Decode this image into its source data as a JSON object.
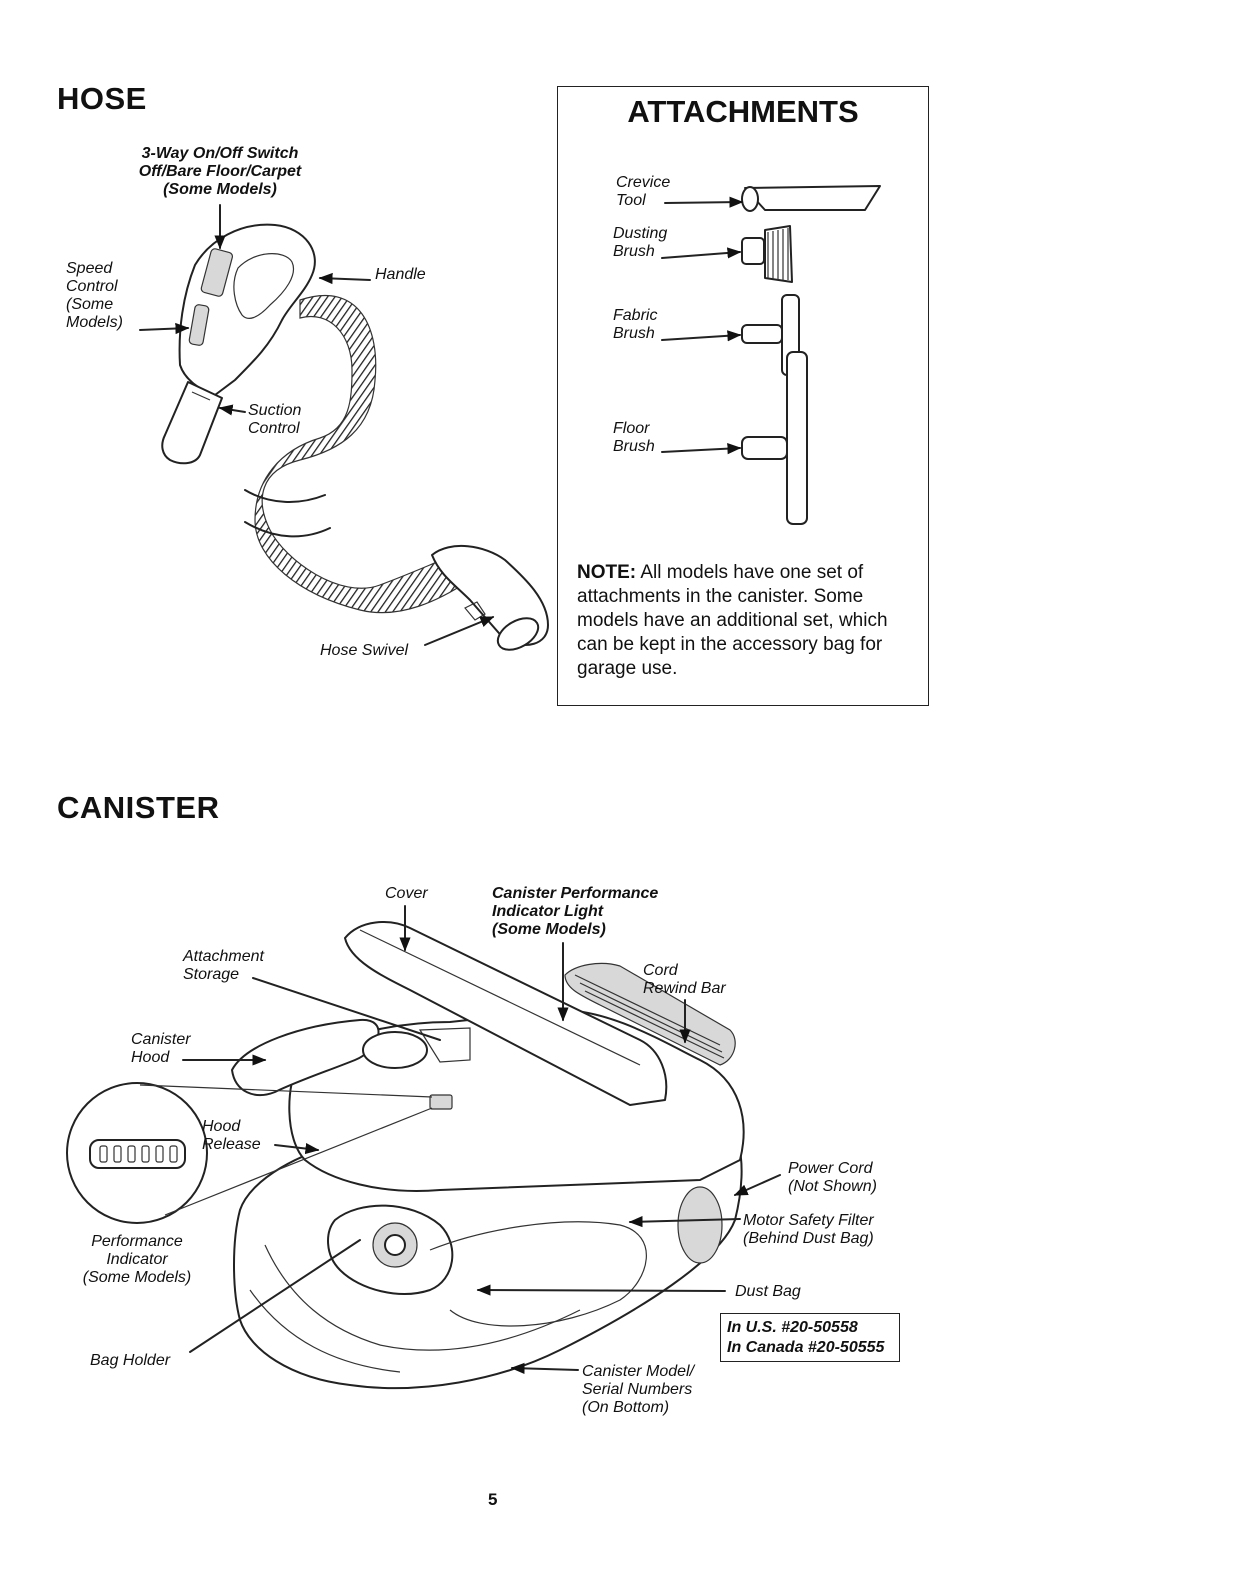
{
  "hose": {
    "title": "HOSE",
    "labels": {
      "switch": "3-Way On/Off Switch\nOff/Bare Floor/Carpet\n(Some Models)",
      "speed": "Speed\nControl\n(Some\nModels)",
      "handle": "Handle",
      "suction": "Suction\nControl",
      "swivel": "Hose Swivel"
    }
  },
  "attachments": {
    "title": "ATTACHMENTS",
    "items": [
      {
        "label": "Crevice\nTool",
        "icon": "crevice-tool-icon"
      },
      {
        "label": "Dusting\nBrush",
        "icon": "dusting-brush-icon"
      },
      {
        "label": "Fabric\nBrush",
        "icon": "fabric-brush-icon"
      },
      {
        "label": "Floor\nBrush",
        "icon": "floor-brush-icon"
      }
    ],
    "note_prefix": "NOTE:",
    "note_text": " All models have one set of attachments in the canister. Some models have an additional set, which can be kept in the accessory bag for garage use."
  },
  "canister": {
    "title": "CANISTER",
    "labels": {
      "cover": "Cover",
      "performance_light": "Canister Performance\nIndicator Light\n(Some Models)",
      "attachment_storage": "Attachment\nStorage",
      "cord_rewind": "Cord\nRewind Bar",
      "canister_hood": "Canister\nHood",
      "hood_release": "Hood\nRelease",
      "power_cord": "Power Cord\n(Not Shown)",
      "motor_filter": "Motor Safety Filter\n(Behind Dust Bag)",
      "performance_indicator": "Performance\nIndicator\n(Some Models)",
      "dust_bag": "Dust Bag",
      "bag_holder": "Bag Holder",
      "model_serial": "Canister Model/\nSerial Numbers\n(On Bottom)"
    },
    "dust_bag_numbers": "In U.S. #20-50558\nIn Canada #20-50555"
  },
  "page_number": "5"
}
